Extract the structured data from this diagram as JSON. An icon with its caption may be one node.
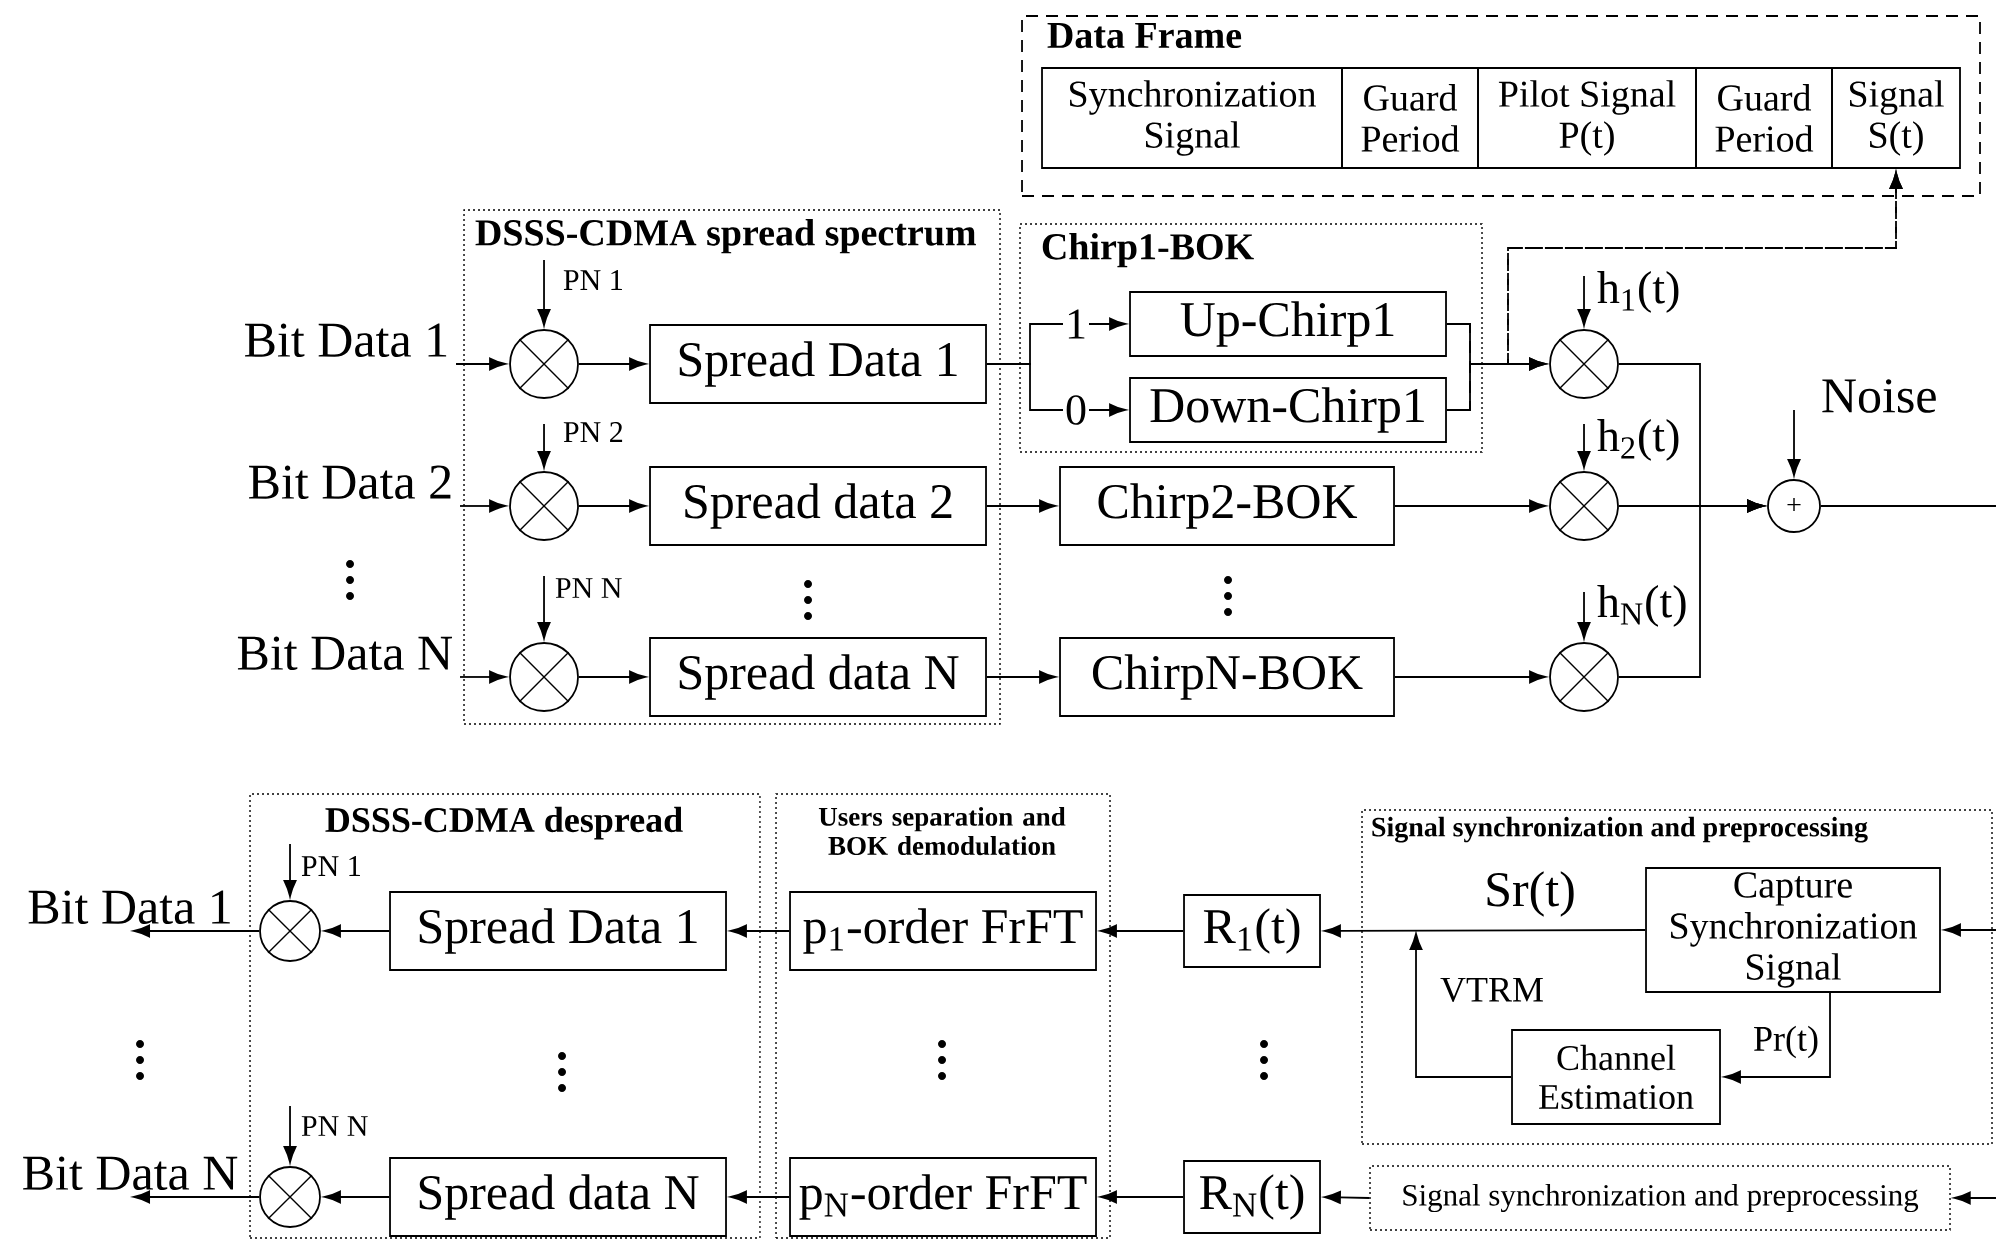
{
  "diagram": {
    "nodes": [
      {
        "text": [
          "DSSS-CDMA spread spectrum"
        ]
      },
      {
        "text": [
          "Bit Data 1"
        ]
      },
      {
        "text": [
          "Bit Data 2"
        ]
      },
      {
        "text": [
          "Bit Data N"
        ]
      },
      {
        "text": [],
        "shape": "circle",
        "in": 0
      },
      {
        "text": [],
        "shape": "circle",
        "in": 0
      },
      {
        "text": [],
        "shape": "circle",
        "in": 0
      },
      {
        "text": [
          "Spread Data 1"
        ],
        "in": 0
      },
      {
        "text": [
          "Spread data 2"
        ],
        "in": 0
      },
      {
        "text": [
          "Spread data N"
        ],
        "in": 0
      },
      {
        "text": [
          "Chirp1-BOK"
        ]
      },
      {
        "text": [
          "Up-Chirp1"
        ],
        "in": 10
      },
      {
        "text": [
          "Down-Chirp1"
        ],
        "in": 10
      },
      {
        "text": [
          "Chirp2-BOK"
        ]
      },
      {
        "text": [
          "ChirpN-BOK"
        ]
      },
      {
        "text": [
          "Data Frame"
        ]
      },
      {
        "text": [
          "Synchronization Signal"
        ],
        "in": 15
      },
      {
        "text": [
          "Guard Period"
        ],
        "in": 15
      },
      {
        "text": [
          "Pilot Signal P(t)"
        ],
        "in": 15
      },
      {
        "text": [
          "Guard Period"
        ],
        "in": 15
      },
      {
        "text": [
          "Signal S(t)"
        ],
        "in": 15
      },
      {
        "text": [],
        "shape": "circle"
      },
      {
        "text": [],
        "shape": "circle"
      },
      {
        "text": [],
        "shape": "circle"
      },
      {
        "text": [
          "+"
        ]
      },
      {
        "text": [
          "DSSS-CDMA despread"
        ]
      },
      {
        "text": [
          "Bit Data 1"
        ]
      },
      {
        "text": [
          "Bit Data N"
        ]
      },
      {
        "text": [],
        "shape": "circle",
        "in": 25
      },
      {
        "text": [],
        "shape": "circle",
        "in": 25
      },
      {
        "text": [
          "Spread Data 1"
        ],
        "in": 25
      },
      {
        "text": [
          "Spread data N"
        ],
        "in": 25
      },
      {
        "text": [
          "Users separation and BOK demodulation"
        ]
      },
      {
        "text": [
          "p$_{1}$-order FrFT"
        ],
        "in": 32
      },
      {
        "text": [
          "p$_{N}$-order FrFT"
        ],
        "in": 32
      },
      {
        "text": [
          "R$_{1}$(t)"
        ]
      },
      {
        "text": [
          "R$_{N}$(t)"
        ]
      },
      {
        "text": [
          "Signal synchronization and preprocessing"
        ]
      },
      {
        "text": [
          "Capture Synchronization Signal"
        ],
        "in": 37
      },
      {
        "text": [
          "Channel Estimation"
        ],
        "in": 37
      },
      {
        "text": [
          "Signal synchronization and preprocessing"
        ]
      }
    ],
    "edges": [
      {
        "from": 1,
        "to": 4,
        "arrow": "to"
      },
      {
        "from": 2,
        "to": 5,
        "arrow": "to"
      },
      {
        "from": 3,
        "to": 6,
        "arrow": "to"
      },
      {
        "from": null,
        "to": 4,
        "arrow": "to",
        "label": "PN 1"
      },
      {
        "from": null,
        "to": 5,
        "arrow": "to",
        "label": "PN 2"
      },
      {
        "from": null,
        "to": 6,
        "arrow": "to",
        "label": "PN N"
      },
      {
        "from": 4,
        "to": 7,
        "arrow": "to"
      },
      {
        "from": 5,
        "to": 8,
        "arrow": "to"
      },
      {
        "from": 6,
        "to": 9,
        "arrow": "to"
      },
      {
        "from": 7,
        "to": 11,
        "arrow": "to",
        "label": "1"
      },
      {
        "from": 7,
        "to": 12,
        "arrow": "to",
        "label": "0"
      },
      {
        "from": 8,
        "to": 13,
        "arrow": "to"
      },
      {
        "from": 9,
        "to": 14,
        "arrow": "to"
      },
      {
        "from": 11,
        "to": 21,
        "arrow": "to"
      },
      {
        "from": 12,
        "to": 21,
        "arrow": "to"
      },
      {
        "from": 11,
        "to": 20,
        "arrow": "to",
        "style": "dashed"
      },
      {
        "from": 12,
        "to": 20,
        "arrow": "to",
        "style": "dashed"
      },
      {
        "from": 13,
        "to": 22,
        "arrow": "to"
      },
      {
        "from": 14,
        "to": 23,
        "arrow": "to"
      },
      {
        "from": null,
        "to": 21,
        "arrow": "to",
        "label": "h$_{1}$(t)"
      },
      {
        "from": null,
        "to": 22,
        "arrow": "to",
        "label": "h$_{2}$(t)"
      },
      {
        "from": null,
        "to": 23,
        "arrow": "to",
        "label": "h$_{N}$(t)"
      },
      {
        "from": 21,
        "to": 24,
        "arrow": "to"
      },
      {
        "from": 22,
        "to": 24,
        "arrow": "to"
      },
      {
        "from": 23,
        "to": 24,
        "arrow": "to"
      },
      {
        "from": null,
        "to": 24,
        "arrow": "to",
        "label": "Noise"
      },
      {
        "from": 24,
        "to": null,
        "arrow": "none"
      },
      {
        "from": null,
        "to": 38,
        "arrow": "to"
      },
      {
        "from": 38,
        "to": 35,
        "arrow": "to",
        "label": "Sr(t)"
      },
      {
        "from": 38,
        "to": 39,
        "arrow": "to",
        "label": "Pr(t)"
      },
      {
        "from": 39,
        "to": null,
        "arrow": "to",
        "label": "VTRM"
      },
      {
        "from": 35,
        "to": 33,
        "arrow": "to"
      },
      {
        "from": 33,
        "to": 30,
        "arrow": "to"
      },
      {
        "from": 30,
        "to": 28,
        "arrow": "to"
      },
      {
        "from": 28,
        "to": 26,
        "arrow": "to"
      },
      {
        "from": null,
        "to": 28,
        "arrow": "to",
        "label": "PN 1"
      },
      {
        "from": null,
        "to": 40,
        "arrow": "to"
      },
      {
        "from": 40,
        "to": 36,
        "arrow": "to"
      },
      {
        "from": 36,
        "to": 34,
        "arrow": "to"
      },
      {
        "from": 34,
        "to": 31,
        "arrow": "to"
      },
      {
        "from": 31,
        "to": 29,
        "arrow": "to"
      },
      {
        "from": 29,
        "to": 27,
        "arrow": "to"
      },
      {
        "from": null,
        "to": 29,
        "arrow": "to",
        "label": "PN N"
      }
    ]
  }
}
